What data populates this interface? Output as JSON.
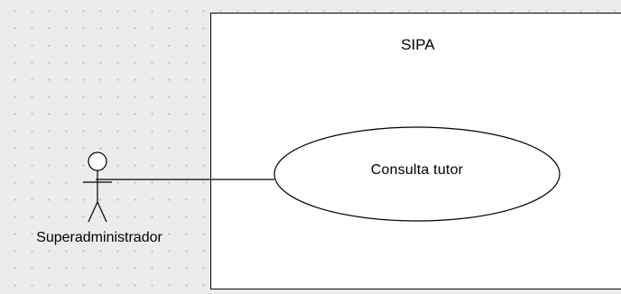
{
  "diagram": {
    "system": {
      "title": "SIPA"
    },
    "actor": {
      "name": "Superadministrador"
    },
    "use_case": {
      "label": "Consulta tutor"
    },
    "colors": {
      "canvas_background": "#ececec",
      "grid_dot": "#b9b9b9",
      "system_box_fill": "#ffffff",
      "stroke": "#000000"
    }
  }
}
